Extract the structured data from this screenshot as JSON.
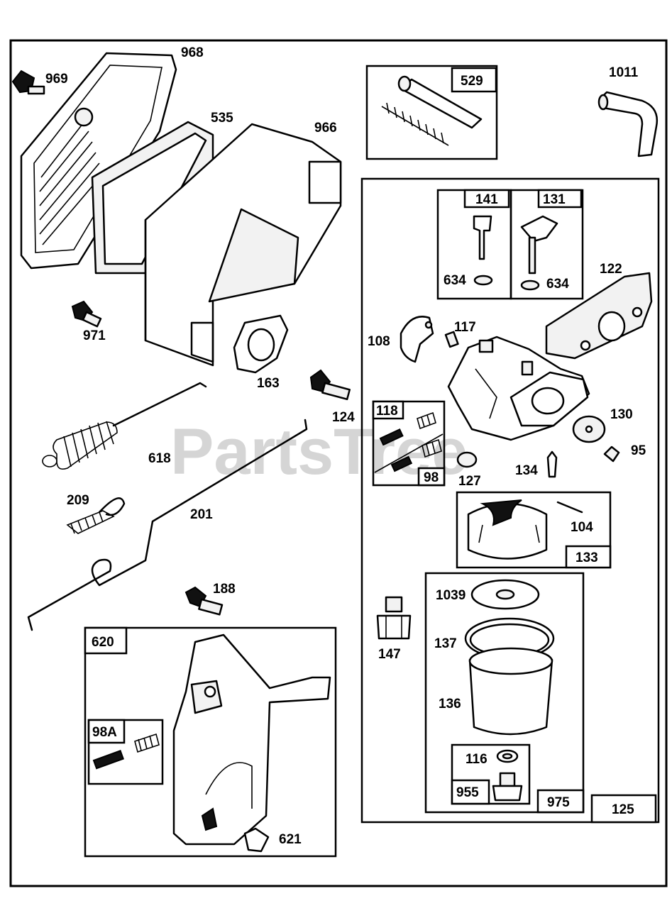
{
  "watermark": "PartsTree",
  "labels": {
    "p968": "968",
    "p969": "969",
    "p535": "535",
    "p966": "966",
    "p529": "529",
    "p1011": "1011",
    "p971": "971",
    "p163": "163",
    "p124": "124",
    "p618": "618",
    "p209": "209",
    "p201": "201",
    "p188": "188",
    "p620": "620",
    "p98A": "98A",
    "p621": "621",
    "p141": "141",
    "p131": "131",
    "p634a": "634",
    "p634b": "634",
    "p122": "122",
    "p108": "108",
    "p117": "117",
    "p118": "118",
    "p98": "98",
    "p127": "127",
    "p130": "130",
    "p95": "95",
    "p134": "134",
    "p104": "104",
    "p133": "133",
    "p147": "147",
    "p1039": "1039",
    "p137": "137",
    "p136": "136",
    "p116": "116",
    "p955": "955",
    "p975": "975",
    "p125": "125"
  }
}
